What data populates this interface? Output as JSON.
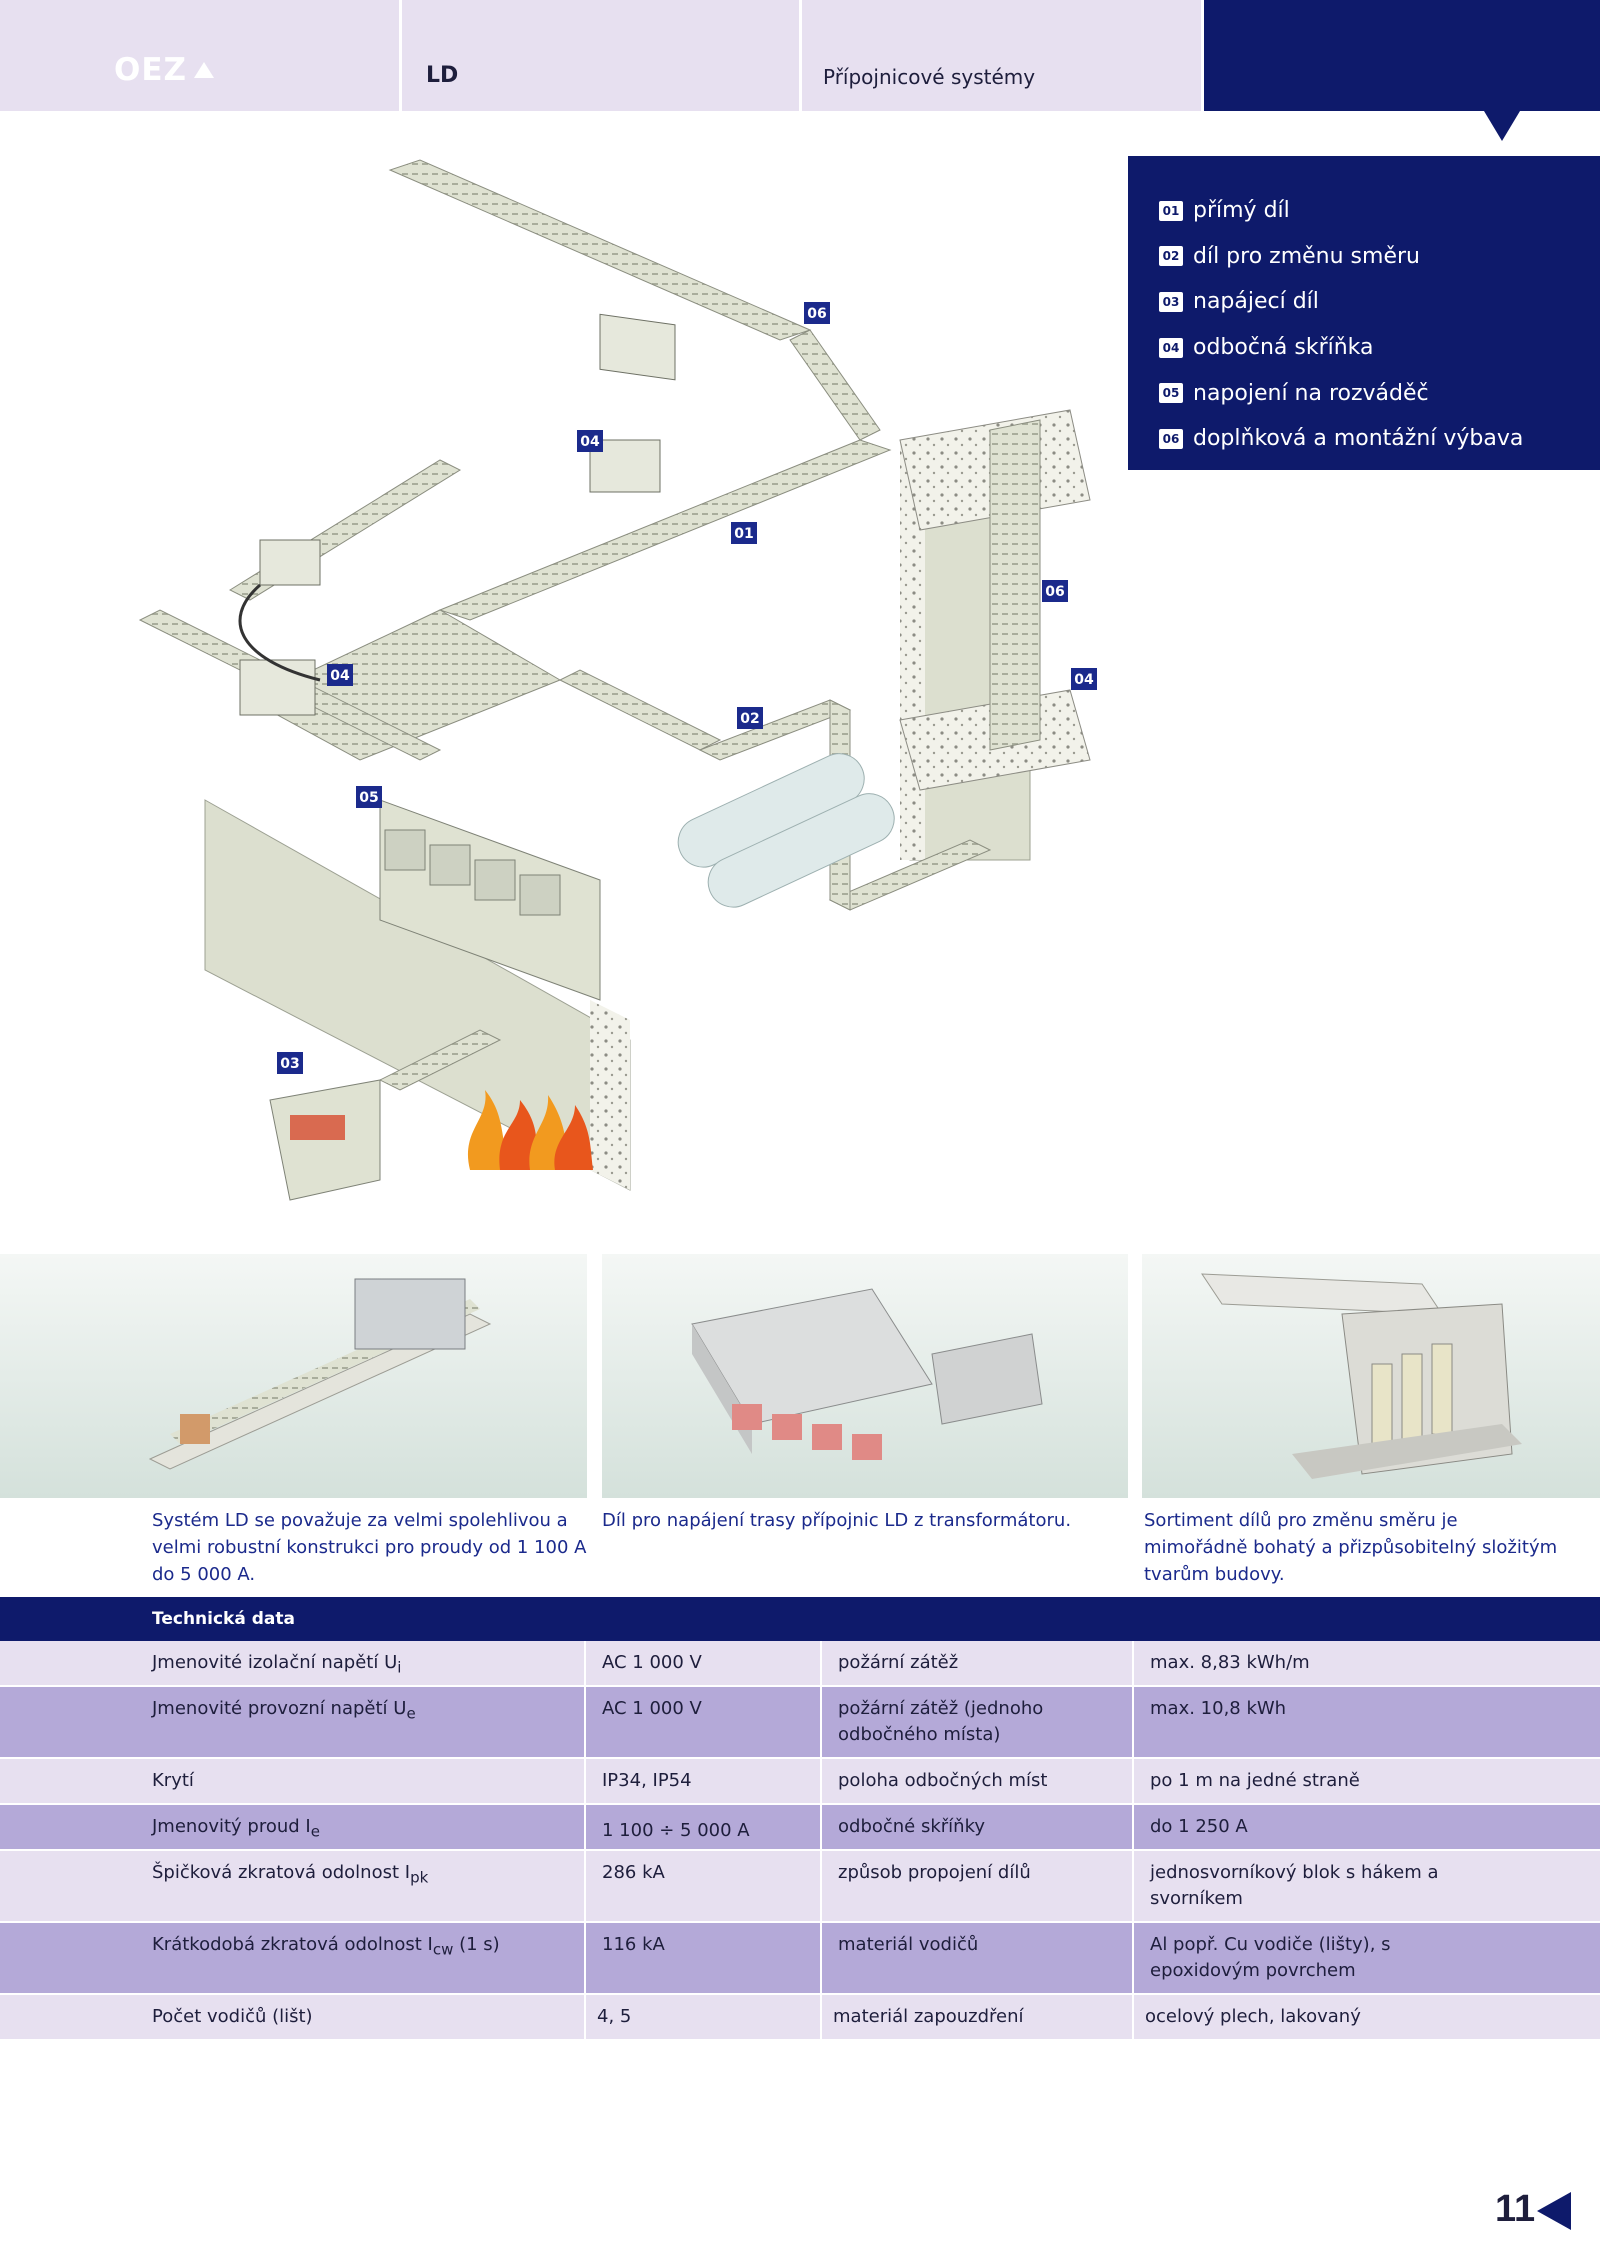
{
  "header": {
    "logo": "OEZ",
    "product": "LD",
    "category": "Přípojnicové systémy"
  },
  "legend": [
    {
      "num": "01",
      "label": "přímý díl"
    },
    {
      "num": "02",
      "label": "díl pro změnu směru"
    },
    {
      "num": "03",
      "label": "napájecí díl"
    },
    {
      "num": "04",
      "label": "odbočná skříňka"
    },
    {
      "num": "05",
      "label": "napojení na rozváděč"
    },
    {
      "num": "06",
      "label": "doplňková a montážní výbava"
    }
  ],
  "diagram_callouts": [
    "06",
    "04",
    "01",
    "06",
    "04",
    "04",
    "02",
    "05",
    "03"
  ],
  "captions": [
    "Systém LD se považuje za velmi spolehlivou a velmi robustní konstrukci pro proudy od 1 100 A do 5 000 A.",
    "Díl pro napájení trasy přípojnic LD z transformátoru.",
    "Sortiment dílů pro změnu směru je mimořádně bohatý a přizpůsobitelný složitým tvarům budovy."
  ],
  "tech": {
    "title": "Technická data",
    "rows": [
      {
        "p1": "Jmenovité izolační napětí U",
        "p1sub": "i",
        "p1tail": "",
        "v1": "AC 1 000 V",
        "p2": "požární zátěž",
        "v2": "max. 8,83 kWh/m"
      },
      {
        "p1": "Jmenovité provozní napětí U",
        "p1sub": "e",
        "p1tail": "",
        "v1": "AC 1 000 V",
        "p2": "požární zátěž (jednoho odbočného místa)",
        "v2": "max. 10,8 kWh"
      },
      {
        "p1": "Krytí",
        "p1sub": "",
        "p1tail": "",
        "v1": "IP34, IP54",
        "p2": "poloha odbočných míst",
        "v2": "po 1 m na jedné straně"
      },
      {
        "p1": "Jmenovitý proud I",
        "p1sub": "e",
        "p1tail": "",
        "v1": "1 100 ÷ 5 000 A",
        "p2": "odbočné skříňky",
        "v2": "do 1 250 A"
      },
      {
        "p1": "Špičková zkratová odolnost I",
        "p1sub": "pk",
        "p1tail": "",
        "v1": "286 kA",
        "p2": "způsob propojení dílů",
        "v2": "jednosvorníkový blok s hákem a svorníkem"
      },
      {
        "p1": "Krátkodobá zkratová odolnost I",
        "p1sub": "cw",
        "p1tail": " (1 s)",
        "v1": "116 kA",
        "p2": "materiál vodičů",
        "v2": "Al popř. Cu vodiče (lišty), s epoxidovým povrchem"
      },
      {
        "p1": "Počet vodičů (lišt)",
        "p1sub": "",
        "p1tail": "",
        "v1": "4, 5",
        "p2": "materiál zapouzdření",
        "v2": "ocelový plech, lakovaný"
      }
    ]
  },
  "page_number": "11"
}
